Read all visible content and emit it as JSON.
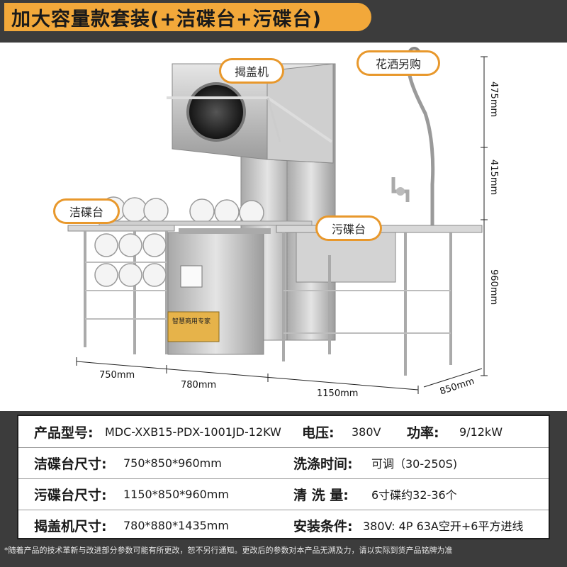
{
  "title": "加大容量款套装(+洁碟台+污碟台)",
  "labels": {
    "hood": "揭盖机",
    "sprayer": "花洒另购",
    "clean_table": "洁碟台",
    "dirty_table": "污碟台",
    "panel_sticker": "智慧商用专家"
  },
  "dimensions": {
    "w_clean": "750mm",
    "w_hood": "780mm",
    "w_dirty": "1150mm",
    "depth": "850mm",
    "h_top": "475mm",
    "h_mid": "415mm",
    "h_bottom": "960mm"
  },
  "specs": {
    "model_label": "产品型号:",
    "model_value": "MDC-XXB15-PDX-1001JD-12KW",
    "voltage_label": "电压:",
    "voltage_value": "380V",
    "power_label": "功率:",
    "power_value": "9/12kW",
    "clean_size_label": "洁碟台尺寸:",
    "clean_size_value": "750*850*960mm",
    "wash_time_label": "洗涤时间:",
    "wash_time_value": "可调（30-250S)",
    "dirty_size_label": "污碟台尺寸:",
    "dirty_size_value": "1150*850*960mm",
    "capacity_label": "清 洗 量:",
    "capacity_value": "6寸碟约32-36个",
    "hood_size_label": "揭盖机尺寸:",
    "hood_size_value": "780*880*1435mm",
    "install_label": "安装条件:",
    "install_value": "380V:  4P 63A空开+6平方进线"
  },
  "footnote": "*随着产品的技术革新与改进部分参数可能有所更改，恕不另行通知。更改后的参数对本产品无溯及力，请以实际到货产品铭牌为准",
  "colors": {
    "accent": "#f2a83a",
    "background": "#3c3c3c",
    "steel": "#c9c9c9"
  }
}
